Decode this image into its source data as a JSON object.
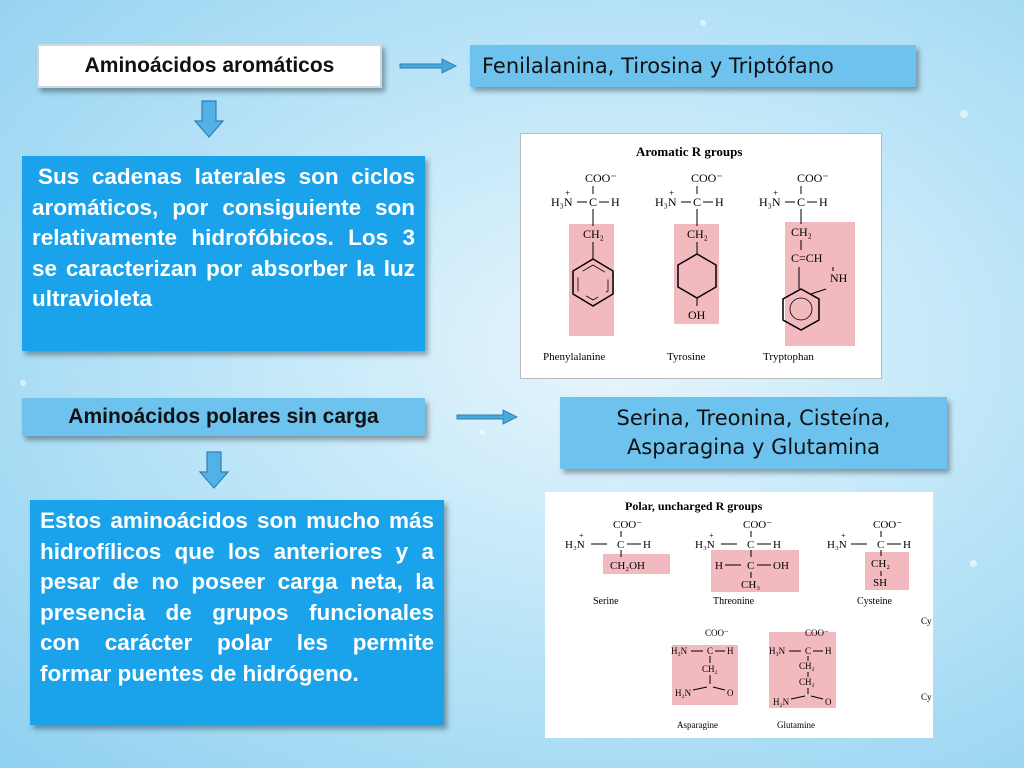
{
  "aromatic": {
    "title": "Aminoácidos aromáticos",
    "list": "Fenilalanina, Tirosina y Triptófano",
    "description": "Sus cadenas laterales son ciclos aromáticos, por consiguiente son relativamente hidrofóbicos. Los 3 se caracterizan por absorber la luz ultravioleta",
    "figure": {
      "heading": "Aromatic R groups",
      "names": [
        "Phenylalanine",
        "Tyrosine",
        "Tryptophan"
      ],
      "coo": "COO⁻",
      "h3n": "H₃N",
      "c": "C",
      "h": "H",
      "plus": "+",
      "ch2": "CH₂",
      "oh": "OH",
      "cch": "C=CH",
      "nh": "NH"
    }
  },
  "polar": {
    "title": "Aminoácidos polares sin carga",
    "list_line1": "Serina, Treonina, Cisteína,",
    "list_line2": "Asparagina y Glutamina",
    "description": "Estos aminoácidos son mucho más hidrofílicos que los anteriores y a pesar de no poseer carga neta, la presencia de grupos funcionales con carácter polar les permite formar puentes de hidrógeno.",
    "figure": {
      "heading": "Polar, uncharged R groups",
      "names": [
        "Serine",
        "Threonine",
        "Cysteine",
        "Asparagine",
        "Glutamine"
      ],
      "coo": "COO⁻",
      "h3n": "H₃N",
      "c": "C",
      "h": "H",
      "plus": "+",
      "ch2oh": "CH₂OH",
      "hcoh_h": "H",
      "hcoh_c": "C",
      "hcoh_oh": "OH",
      "ch3": "CH₃",
      "ch2": "CH₂",
      "sh": "SH",
      "h2n": "H₂N",
      "o": "O",
      "cut": "Cy"
    }
  },
  "colors": {
    "highlight": "#f2b9bf",
    "arrow": "#3d9fd6",
    "para_bg": "#1aa3ea"
  }
}
